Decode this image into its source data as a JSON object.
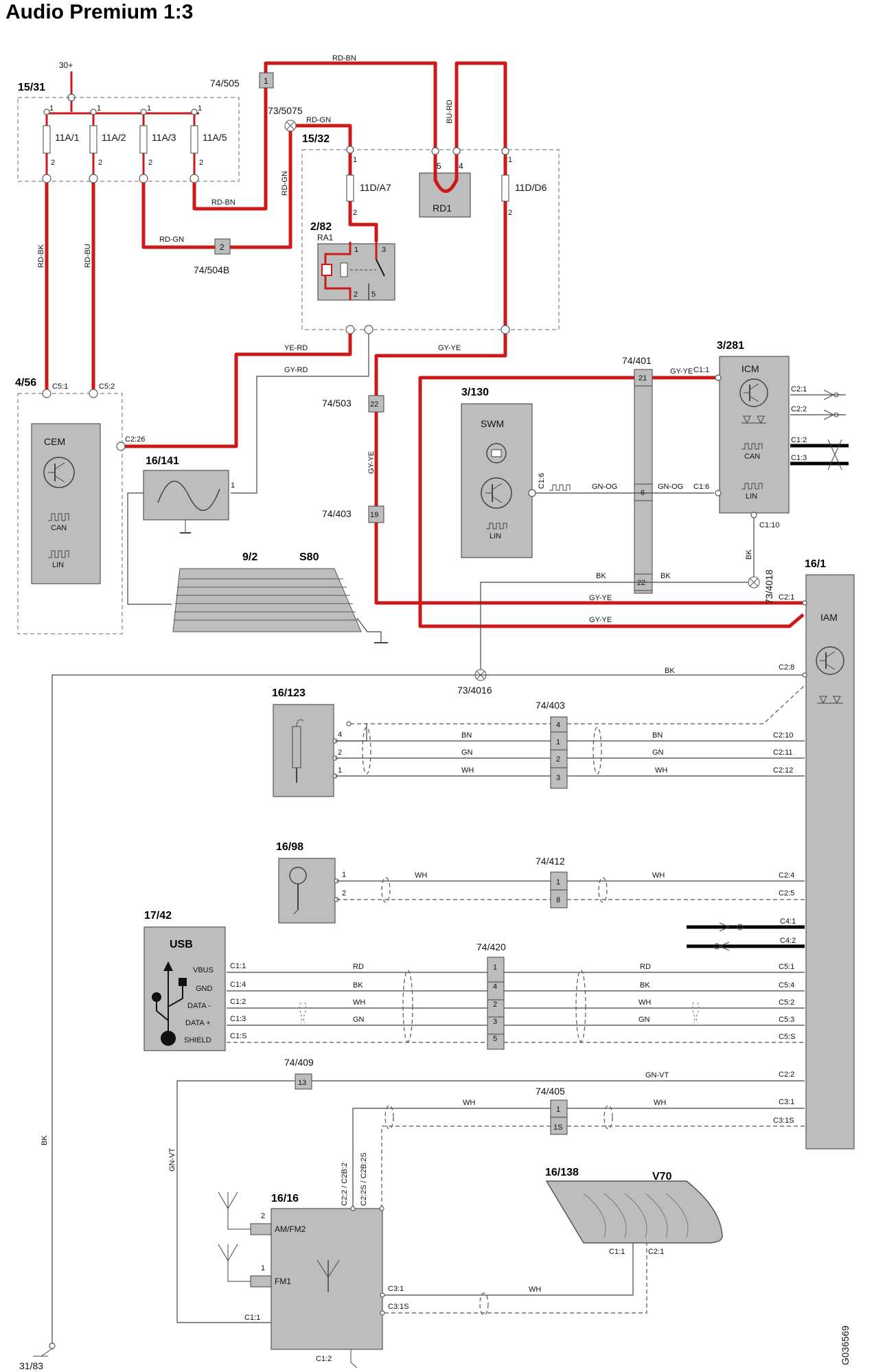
{
  "title": "Audio Premium 1:3",
  "drawing_id": "G036569",
  "power": {
    "supply": "30+",
    "ground": "31/83"
  },
  "fusebox": {
    "ref": "15/31",
    "fuses": [
      "11A/1",
      "11A/2",
      "11A/3",
      "11A/5"
    ],
    "pin_top": "1",
    "pin_bottom": "2"
  },
  "junctions": {
    "j505": {
      "ref": "74/505",
      "pin": "1"
    },
    "j504b": {
      "ref": "74/504B",
      "pin": "2"
    },
    "j503": {
      "ref": "74/503",
      "pin": "22"
    },
    "j403a": {
      "ref": "74/403",
      "pin": "19"
    },
    "j401": {
      "ref": "74/401",
      "pins": [
        "21",
        "6",
        "22"
      ]
    },
    "j403b": {
      "ref": "74/403",
      "pins": [
        "4",
        "1",
        "2",
        "3"
      ]
    },
    "j412": {
      "ref": "74/412",
      "pins": [
        "1",
        "8"
      ]
    },
    "j420": {
      "ref": "74/420",
      "pins": [
        "1",
        "4",
        "2",
        "3",
        "5"
      ]
    },
    "j409": {
      "ref": "74/409",
      "pin": "13"
    },
    "j405": {
      "ref": "74/405",
      "pins": [
        "1",
        "1S"
      ]
    }
  },
  "splices": {
    "s5075": "73/5075",
    "s4018": "73/4018",
    "s4016": "73/4016"
  },
  "relay_box": {
    "ref": "15/32",
    "fuse1": "11D/A7",
    "fuse2": "11D/D6",
    "rd1": "RD1",
    "rd1_pins": [
      "5",
      "4"
    ],
    "relay_ref": "2/82",
    "relay_name": "RA1",
    "relay_pins": [
      "1",
      "3",
      "2",
      "5"
    ],
    "fuse_pins": [
      "1",
      "2"
    ]
  },
  "wires": {
    "rd_bn": "RD-BN",
    "rd_gn": "RD-GN",
    "bu_rd": "BU-RD",
    "rd_bk": "RD-BK",
    "rd_bu": "RD-BU",
    "ye_rd": "YE-RD",
    "gy_rd": "GY-RD",
    "gy_ye": "GY-YE",
    "gn_og": "GN-OG",
    "bk": "BK",
    "bn": "BN",
    "gn": "GN",
    "wh": "WH",
    "rd": "RD",
    "gn_vt": "GN-VT"
  },
  "cem": {
    "ref": "4/56",
    "name": "CEM",
    "pins": [
      "C5:1",
      "C5:2",
      "C2:26"
    ],
    "buses": [
      "CAN",
      "LIN"
    ]
  },
  "filter": {
    "ref": "16/141",
    "pin": "1"
  },
  "rear_window": {
    "ref": "9/2",
    "variant": "S80"
  },
  "swm": {
    "ref": "3/130",
    "name": "SWM",
    "pin": "C1:6",
    "bus": "LIN"
  },
  "icm": {
    "ref": "3/281",
    "name": "ICM",
    "pins": [
      "C1:1",
      "C1:6",
      "C1:10",
      "C2:1",
      "C2:2",
      "C1:2",
      "C1:3"
    ],
    "buses": [
      "CAN",
      "LIN"
    ]
  },
  "iam": {
    "ref": "16/1",
    "name": "IAM",
    "pins": [
      "C2:1",
      "C2:8",
      "C2:10",
      "C2:11",
      "C2:12",
      "C2:4",
      "C2:5",
      "C4:1",
      "C4:2",
      "C5:1",
      "C5:4",
      "C5:2",
      "C5:3",
      "C5:S",
      "C2:2",
      "C3:1",
      "C3:1S"
    ]
  },
  "aux_in": {
    "ref": "16/123",
    "pins": [
      "4",
      "2",
      "1"
    ]
  },
  "mic": {
    "ref": "16/98",
    "pins": [
      "1",
      "2"
    ]
  },
  "usb": {
    "ref": "17/42",
    "name": "USB",
    "signals": [
      "VBUS",
      "GND",
      "DATA -",
      "DATA +",
      "SHIELD"
    ],
    "pins": [
      "C1:1",
      "C1:4",
      "C1:2",
      "C1:3",
      "C1:S"
    ]
  },
  "tuner": {
    "ref": "16/16",
    "inputs": [
      "AM/FM2",
      "FM1"
    ],
    "input_pins": [
      "2",
      "1"
    ],
    "pins_top": [
      "C2:2 / C2B:2",
      "C2:2S / C2B:2S"
    ],
    "pins_right": [
      "C3:1",
      "C3:1S"
    ],
    "pin_left": "C1:1",
    "pin_bottom": "C1:2"
  },
  "rear_antenna": {
    "ref": "16/138",
    "variant": "V70",
    "pins": [
      "C1:1",
      "C2:1"
    ]
  }
}
